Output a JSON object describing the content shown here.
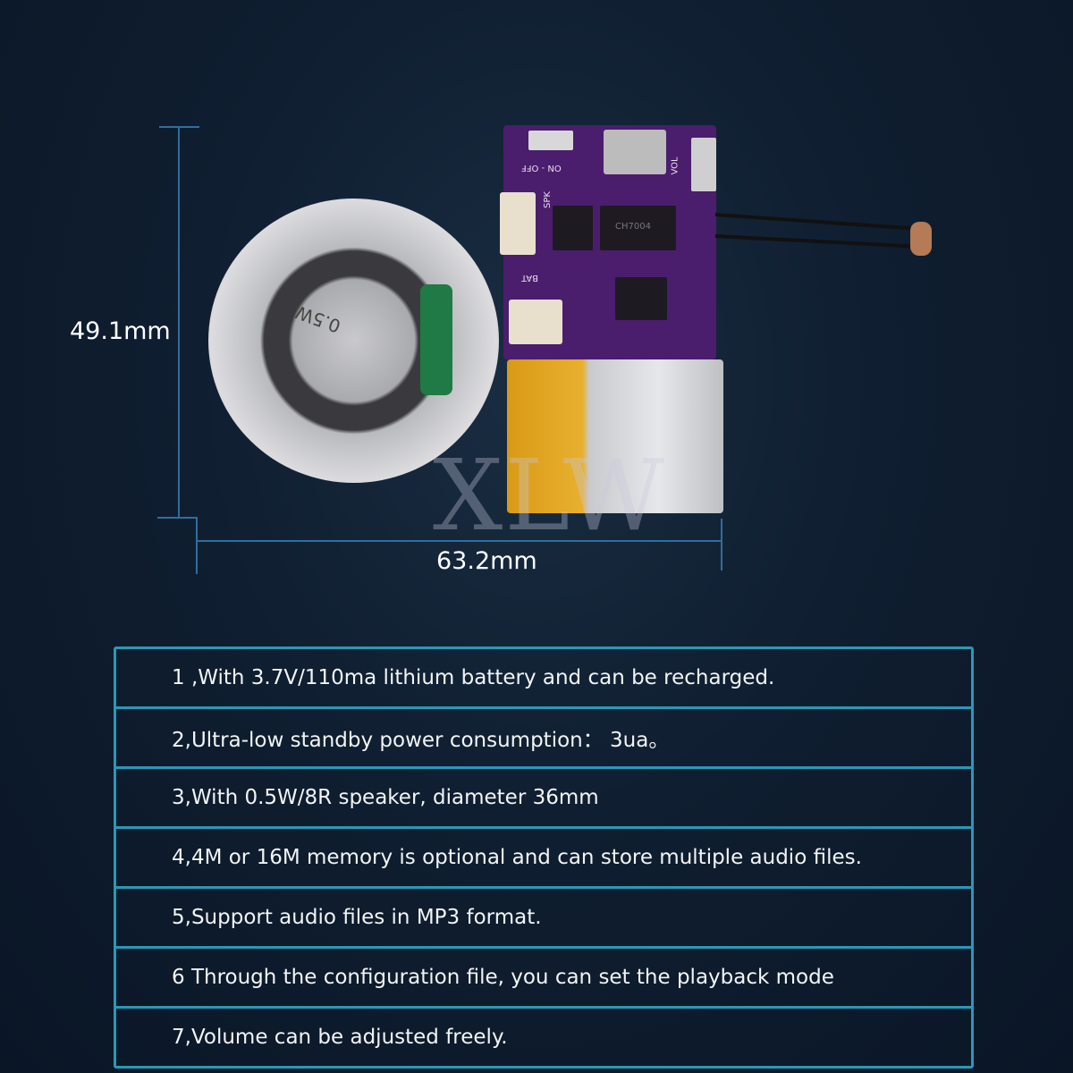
{
  "dimensions": {
    "height_label": "49.1mm",
    "width_label": "63.2mm"
  },
  "product_image": {
    "watermark": "XLW",
    "board_labels": {
      "switch": "ON - OFF",
      "speaker_port": "SPK",
      "battery_port": "BAT",
      "volume": "VOL",
      "chip": "CH7004"
    },
    "speaker_marking": "0.5W"
  },
  "features": [
    "1 ,With 3.7V/110ma lithium battery and can be recharged.",
    "2,Ultra-low standby power consumption： 3ua。",
    "3,With 0.5W/8R speaker, diameter 36mm",
    "4,4M or 16M memory is optional and can store multiple audio files.",
    "5,Support audio files in MP3 format.",
    "6 Through the configuration file, you can set the playback mode",
    "7,Volume can be adjusted freely."
  ],
  "colors": {
    "table_border": "#2a98b6",
    "pcb": "#4b1d6d",
    "background": "#0f1e30"
  }
}
